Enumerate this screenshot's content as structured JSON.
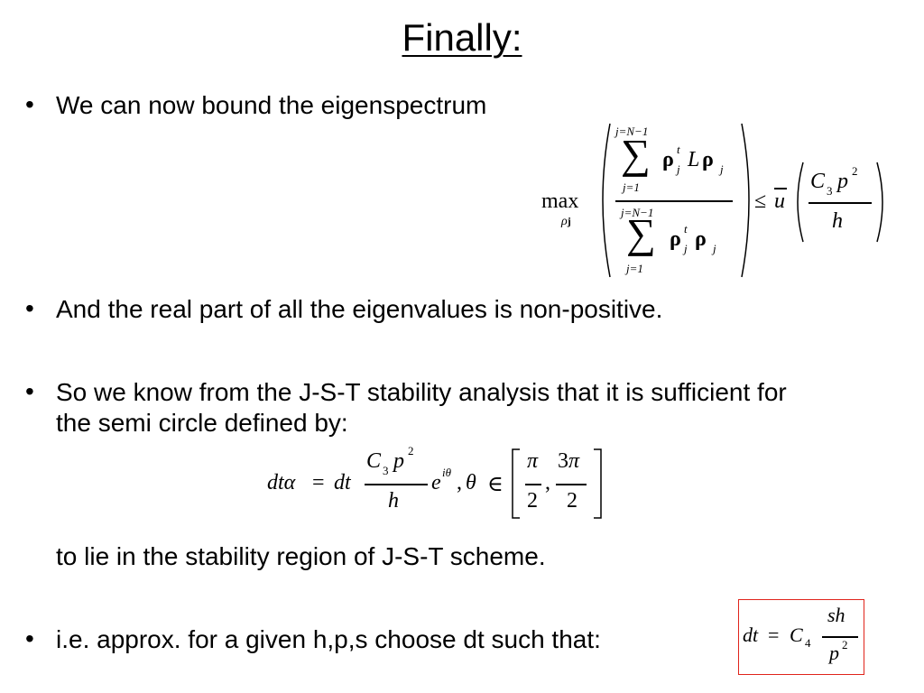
{
  "slide": {
    "title": "Finally:",
    "bullets": [
      {
        "marker": "•",
        "text": "We can now bound the eigenspectrum"
      },
      {
        "marker": "•",
        "text": "And the real part of all the eigenvalues is non-positive."
      },
      {
        "marker": "•",
        "text": "So we know from the J-S-T stability analysis that it is sufficient for the semi circle defined by:"
      },
      {
        "marker": "•",
        "text": "i.e. approx. for a given h,p,s choose dt such that:"
      }
    ],
    "continuation": "to lie in the stability region of J-S-T scheme."
  },
  "colors": {
    "background": "#ffffff",
    "text": "#000000",
    "box_border": "#e0241b"
  }
}
